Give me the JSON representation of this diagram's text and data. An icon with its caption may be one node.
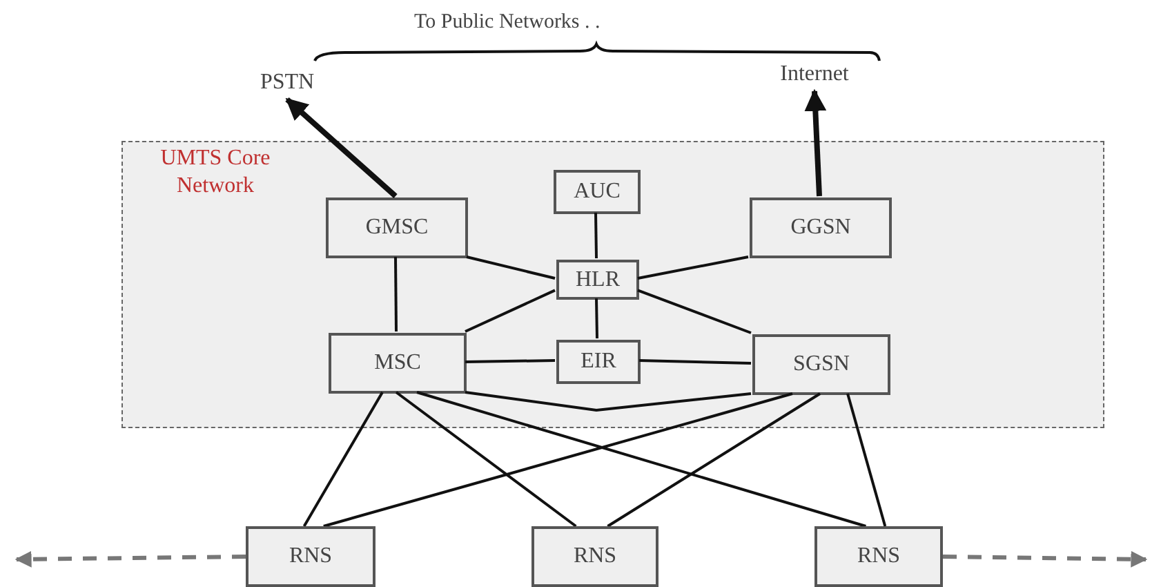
{
  "diagram": {
    "nodes": [
      {
        "text": [
          "UMTS Core Network"
        ]
      },
      {
        "text": [
          "PSTN"
        ]
      },
      {
        "text": [
          "Internet"
        ]
      },
      {
        "text": [
          "AUC"
        ],
        "in": 0
      },
      {
        "text": [
          "GMSC"
        ],
        "in": 0
      },
      {
        "text": [
          "GGSN"
        ],
        "in": 0
      },
      {
        "text": [
          "HLR"
        ],
        "in": 0
      },
      {
        "text": [
          "MSC"
        ],
        "in": 0
      },
      {
        "text": [
          "EIR"
        ],
        "in": 0
      },
      {
        "text": [
          "SGSN"
        ],
        "in": 0
      },
      {
        "text": [
          "RNS"
        ]
      },
      {
        "text": [
          "RNS"
        ]
      },
      {
        "text": [
          "RNS"
        ]
      }
    ],
    "edges": [
      {
        "from": 4,
        "to": 1,
        "arrow": "to",
        "style": "thick"
      },
      {
        "from": 5,
        "to": 2,
        "arrow": "to",
        "style": "thick"
      },
      {
        "from": 3,
        "to": 6,
        "arrow": "none"
      },
      {
        "from": 4,
        "to": 6,
        "arrow": "none"
      },
      {
        "from": 5,
        "to": 6,
        "arrow": "none"
      },
      {
        "from": 6,
        "to": 7,
        "arrow": "none"
      },
      {
        "from": 6,
        "to": 8,
        "arrow": "none"
      },
      {
        "from": 6,
        "to": 9,
        "arrow": "none"
      },
      {
        "from": 4,
        "to": 7,
        "arrow": "none"
      },
      {
        "from": 7,
        "to": 8,
        "arrow": "none"
      },
      {
        "from": 8,
        "to": 9,
        "arrow": "none"
      },
      {
        "from": 7,
        "to": 9,
        "arrow": "none"
      },
      {
        "from": 7,
        "to": 10,
        "arrow": "none"
      },
      {
        "from": 7,
        "to": 11,
        "arrow": "none"
      },
      {
        "from": 7,
        "to": 12,
        "arrow": "none"
      },
      {
        "from": 9,
        "to": 10,
        "arrow": "none"
      },
      {
        "from": 9,
        "to": 11,
        "arrow": "none"
      },
      {
        "from": 9,
        "to": 12,
        "arrow": "none"
      },
      {
        "from": 10,
        "to": null,
        "arrow": "to",
        "style": "dashed",
        "color": "#777777"
      },
      {
        "from": 12,
        "to": null,
        "arrow": "to",
        "style": "dashed",
        "color": "#777777"
      }
    ],
    "labels": [
      "To Public Networks . ."
    ]
  }
}
